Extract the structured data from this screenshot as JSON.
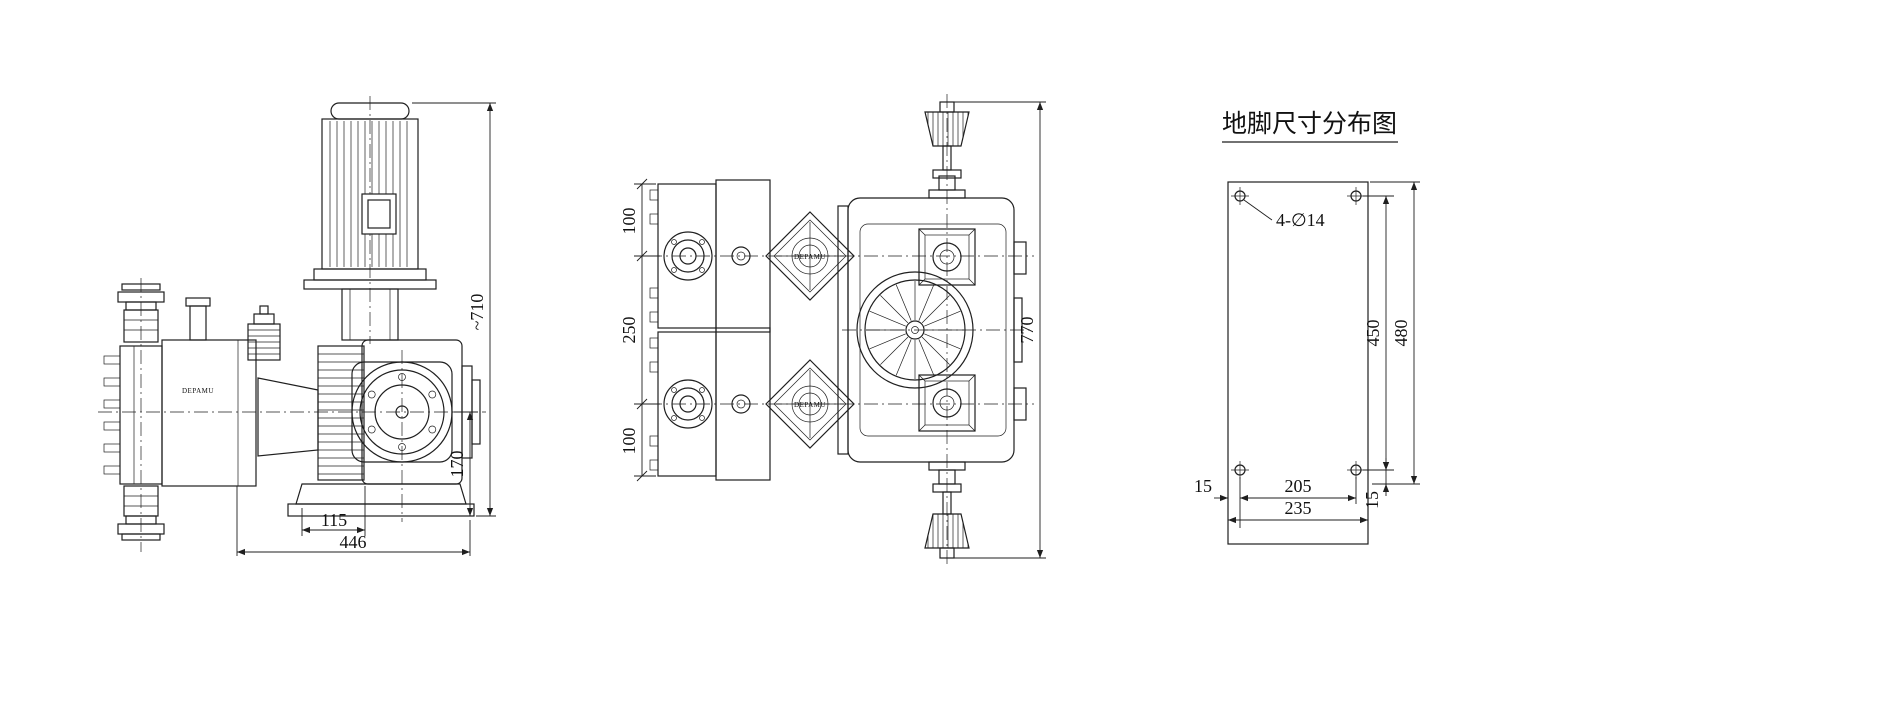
{
  "colors": {
    "line": "#1f1f1f",
    "background": "#ffffff"
  },
  "brand_label": "DEPAMU",
  "side_view": {
    "dim_overall_height": "~710",
    "dim_center_height": "170",
    "dim_motor_offset": "115",
    "dim_base_length": "446"
  },
  "top_view": {
    "dim_valve_top": "100",
    "dim_valve_span": "250",
    "dim_valve_bottom": "100",
    "dim_overall_width": "770"
  },
  "foundation_view": {
    "title": "地脚尺寸分布图",
    "bolt_holes_label": "4-∅14",
    "dim_bolt_span_vertical": "450",
    "dim_overall_vertical": "480",
    "dim_edge_vertical": "15",
    "dim_edge_horizontal": "15",
    "dim_bolt_span_horizontal": "205",
    "dim_overall_horizontal": "235"
  }
}
